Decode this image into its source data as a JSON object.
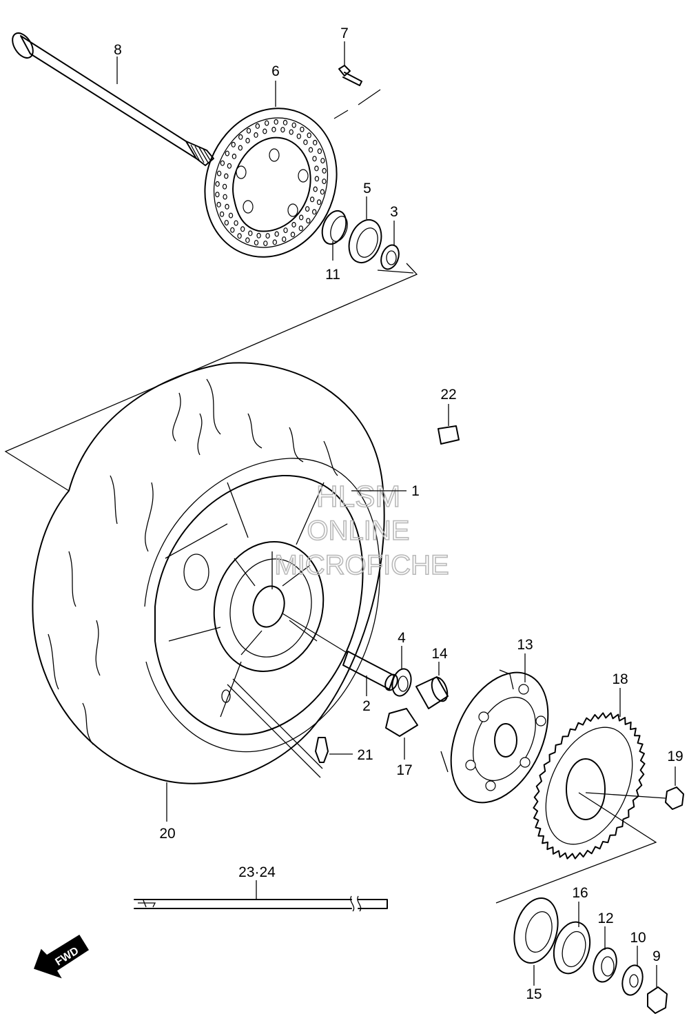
{
  "callouts": {
    "c1": "1",
    "c2": "2",
    "c3": "3",
    "c4": "4",
    "c5": "5",
    "c6": "6",
    "c7": "7",
    "c8": "8",
    "c9": "9",
    "c10": "10",
    "c11": "11",
    "c12": "12",
    "c13": "13",
    "c14": "14",
    "c15": "15",
    "c16": "16",
    "c17": "17",
    "c18": "18",
    "c19": "19",
    "c20": "20",
    "c21": "21",
    "c22": "22",
    "c2324": "23·24"
  },
  "watermark": {
    "line1": "HLSM",
    "line2": "ONLINE",
    "line3": "MICROFICHE"
  },
  "direction": {
    "label": "FWD"
  }
}
